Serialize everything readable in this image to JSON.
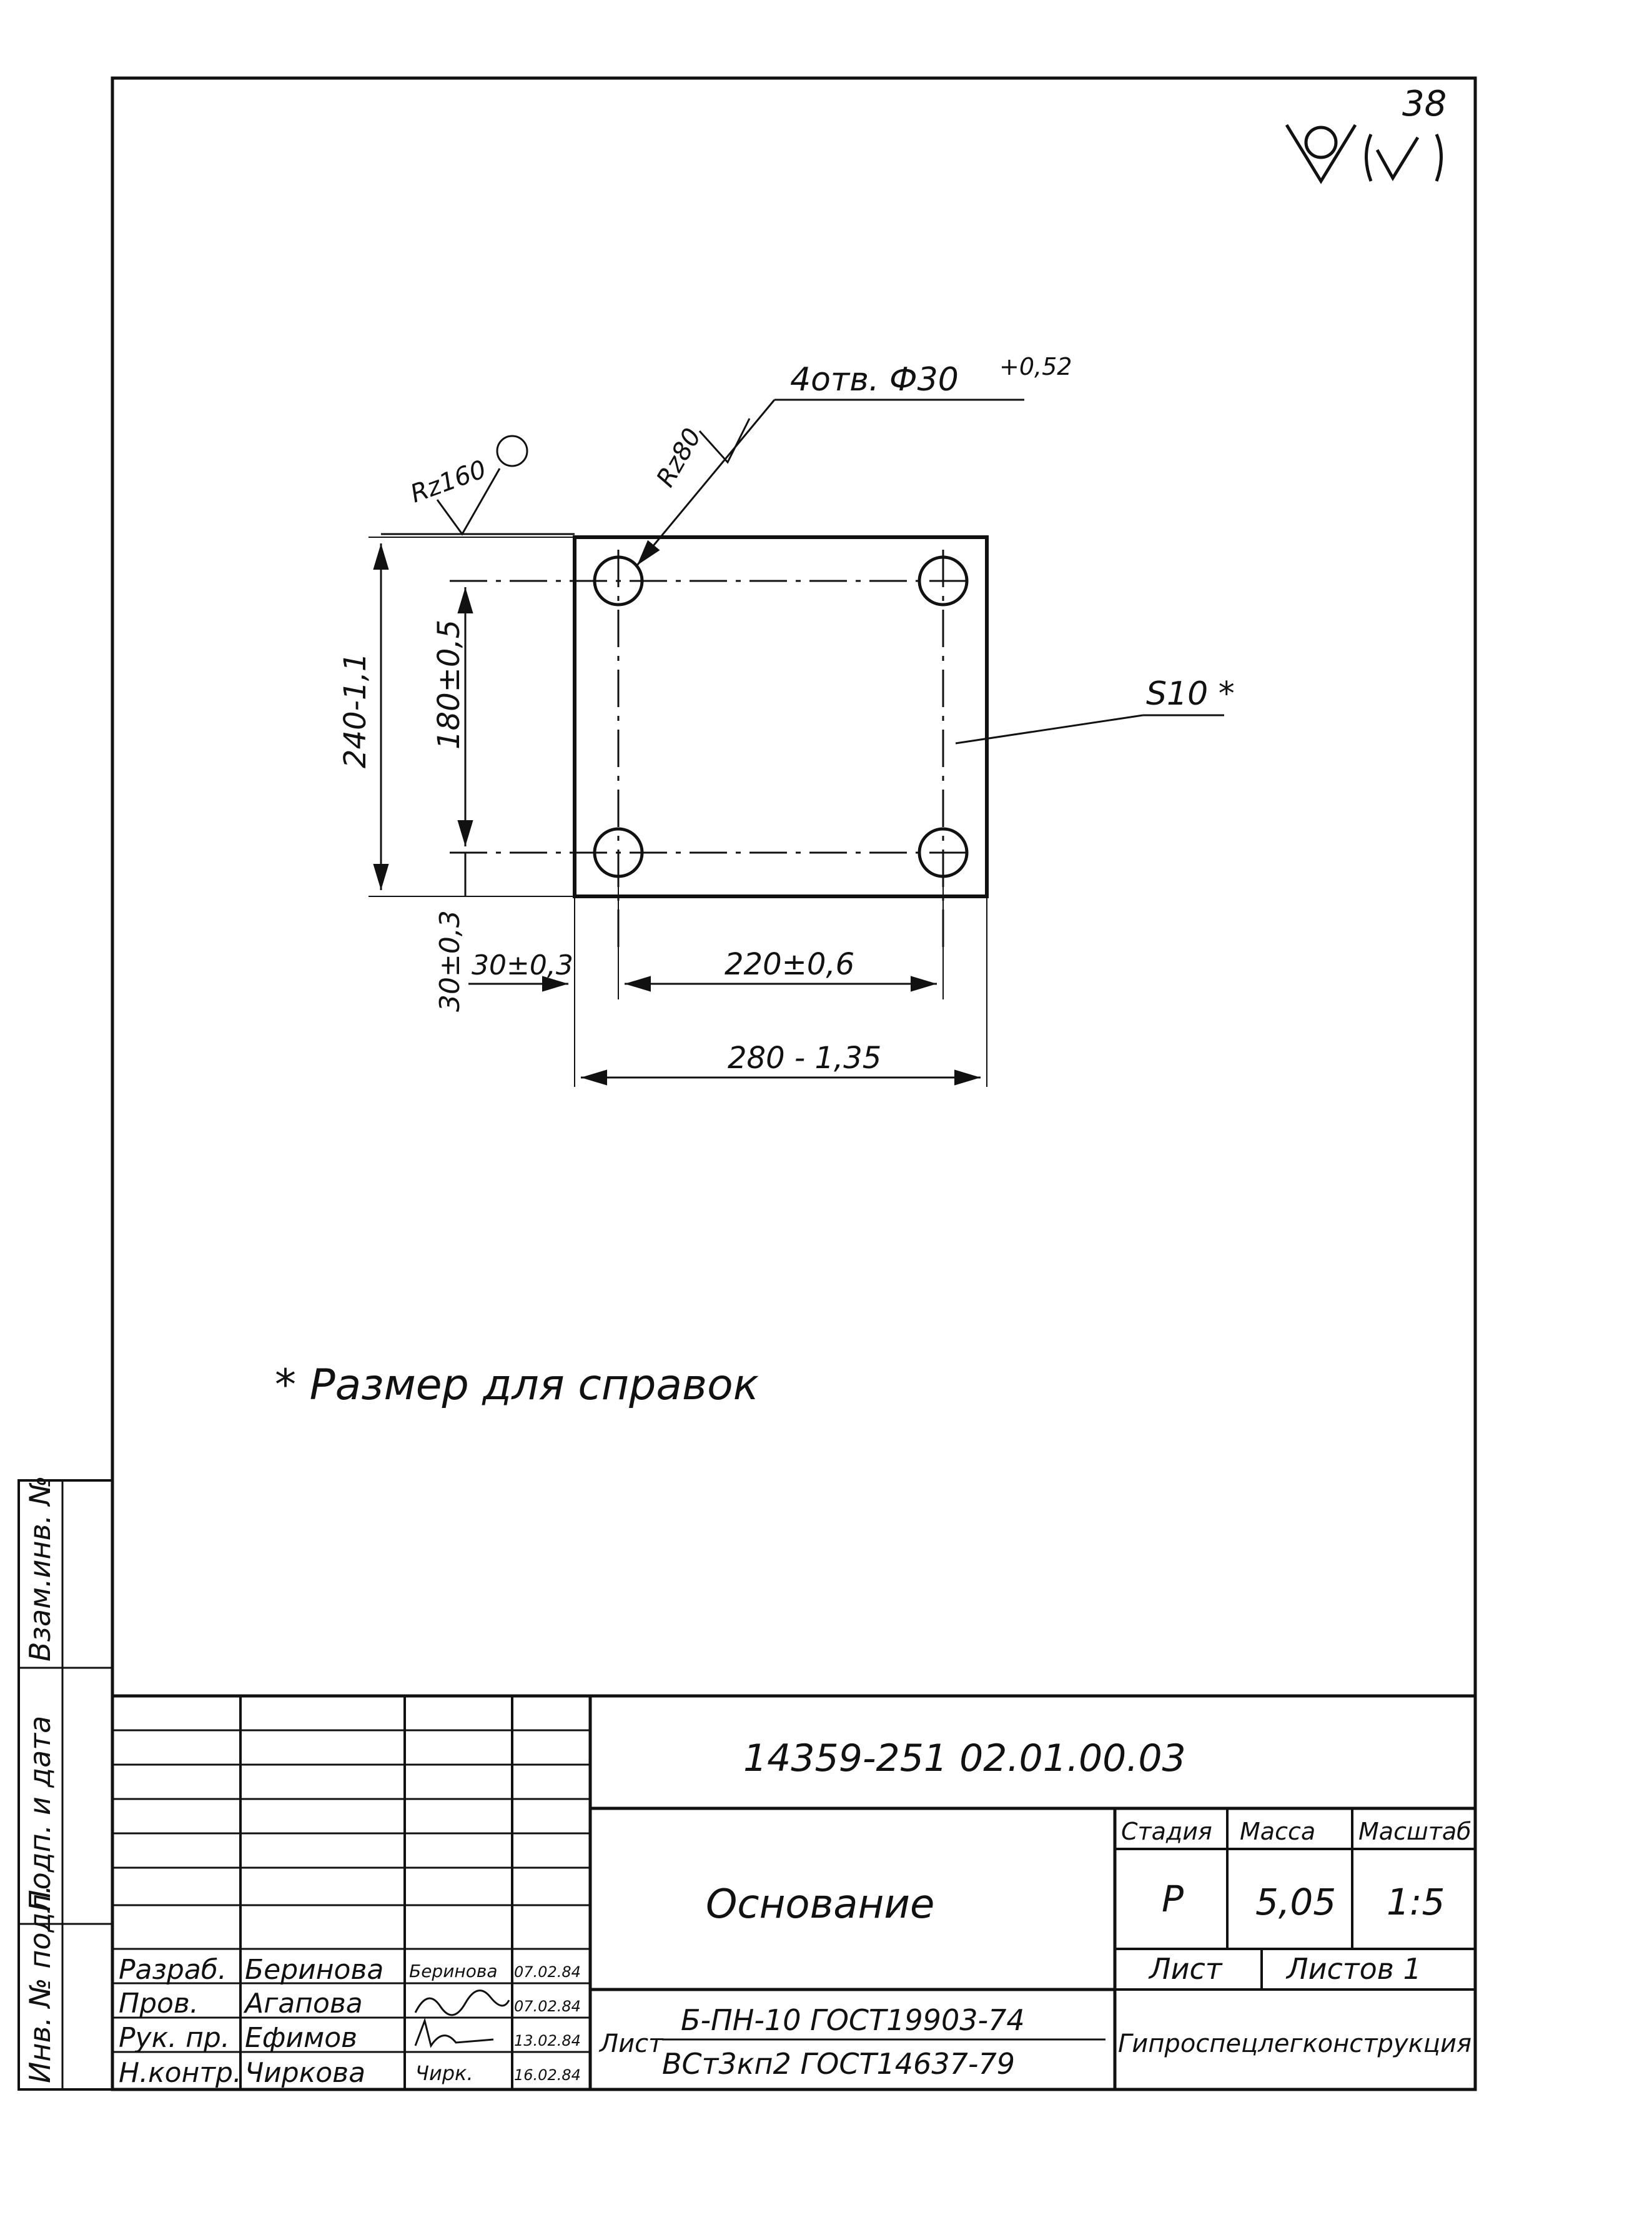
{
  "sheet_number": "38",
  "drawing": {
    "leader_holes": "4отв. Ф30",
    "tol_holes": "+0,52",
    "rough_hole": "Rz80",
    "rough_edge": "Rz160",
    "dim_height_total": "240-1,1",
    "dim_height_holes": "180±0,5",
    "dim_edge_vertical": "30±0,3",
    "dim_edge_horizontal": "30±0,3",
    "dim_width_holes": "220±0,6",
    "dim_width_total": "280 - 1,35",
    "thickness": "S10 *"
  },
  "note": "* Размер для справок",
  "side_stamp": {
    "inv_podl": "Инв. № подл.",
    "podp_data": "Подп. и дата",
    "vzam_inv": "Взам.инв. №"
  },
  "title_block": {
    "designation": "14359-251 02.01.00.03",
    "name": "Основание",
    "stage_header": "Стадия",
    "mass_header": "Масса",
    "scale_header": "Масштаб",
    "stage": "Р",
    "mass": "5,05",
    "scale": "1:5",
    "sheet_label": "Лист",
    "sheets_label": "Листов 1",
    "material_prefix": "Лист",
    "material_line1": "Б-ПН-10 ГОСТ19903-74",
    "material_line2": "ВСт3кп2 ГОСТ14637-79",
    "organization": "Гипроспецлегконструкция",
    "rows": [
      {
        "role": "Разраб.",
        "name": "Беринова",
        "sign": "Беринова",
        "date": "07.02.84"
      },
      {
        "role": "Пров.",
        "name": "Агапова",
        "sign": "",
        "date": "07.02.84"
      },
      {
        "role": "Рук. пр.",
        "name": "Ефимов",
        "sign": "",
        "date": "13.02.84"
      },
      {
        "role": "Н.контр.",
        "name": "Чиркова",
        "sign": "Чирк.",
        "date": "16.02.84"
      }
    ]
  }
}
